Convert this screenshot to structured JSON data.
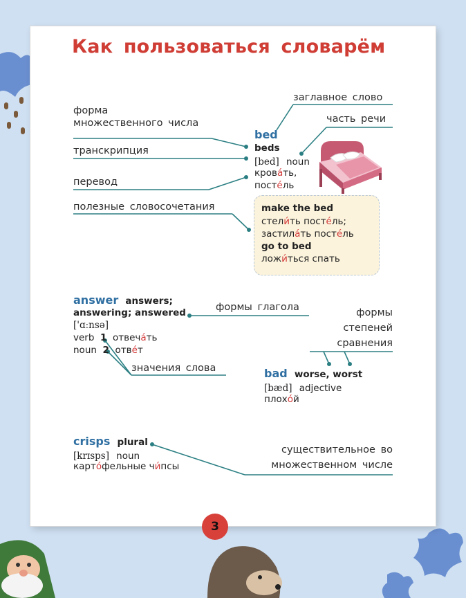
{
  "title": "Как пользоваться словарём",
  "labels": {
    "headword": "заглавное слово",
    "plural_form_line1": "форма",
    "plural_form_line2": "множественного числа",
    "part_of_speech": "часть речи",
    "transcription": "транскрипция",
    "translation": "перевод",
    "phrases": "полезные словосочетания",
    "verb_forms": "формы глагола",
    "degrees_line1": "формы",
    "degrees_line2": "степеней",
    "degrees_line3": "сравнения",
    "meanings": "значения слова",
    "plural_noun_line1": "существительное во",
    "plural_noun_line2": "множественном числе"
  },
  "entry_bed": {
    "word": "bed",
    "plural": "beds",
    "transcription": "[bed]",
    "pos": "noun",
    "translation_1_pre": "кров",
    "translation_1_acc": "а́",
    "translation_1_post": "ть,",
    "translation_2_pre": "пост",
    "translation_2_acc": "е́",
    "translation_2_post": "ль",
    "phrases": {
      "p1": "make the bed",
      "p1_tr_a_pre": "стел",
      "p1_tr_a_acc": "и́",
      "p1_tr_a_mid": "ть пост",
      "p1_tr_a_acc2": "е́",
      "p1_tr_a_post": "ль;",
      "p1_tr_b_pre": "застил",
      "p1_tr_b_acc": "а́",
      "p1_tr_b_mid": "ть пост",
      "p1_tr_b_acc2": "е́",
      "p1_tr_b_post": "ль",
      "p2": "go to bed",
      "p2_tr_pre": "лож",
      "p2_tr_acc": "и́",
      "p2_tr_post": "ться спать"
    }
  },
  "entry_answer": {
    "word": "answer",
    "forms_1": "answers;",
    "forms_2": "answering; answered",
    "transcription": "['ɑːnsə]",
    "sense1_pos": "verb",
    "sense1_num": "1",
    "sense1_pre": "отвеч",
    "sense1_acc": "а́",
    "sense1_post": "ть",
    "sense2_pos": "noun",
    "sense2_num": "2",
    "sense2_pre": "отв",
    "sense2_acc": "е́",
    "sense2_post": "т"
  },
  "entry_bad": {
    "word": "bad",
    "forms": "worse, worst",
    "transcription": "[bæd]",
    "pos": "adjective",
    "tr_pre": "плох",
    "tr_acc": "о́",
    "tr_post": "й"
  },
  "entry_crisps": {
    "word": "crisps",
    "label": "plural",
    "transcription": "[krɪsps]",
    "pos": "noun",
    "tr_1_pre": "карт",
    "tr_1_acc": "о́",
    "tr_1_post": "фельные ч",
    "tr_1_acc2": "и́",
    "tr_1_post2": "псы"
  },
  "page_number": "3",
  "colors": {
    "title": "#cf3d35",
    "headword": "#2f6fa2",
    "leader_line": "#2b7f83",
    "accent": "#d33a3a",
    "phrase_box": "#fbf3dc",
    "background": "#cfe0f2"
  },
  "icons": [
    "bed-illustration",
    "gnome-illustration",
    "hedgehog-illustration",
    "snowflake-decoration"
  ]
}
